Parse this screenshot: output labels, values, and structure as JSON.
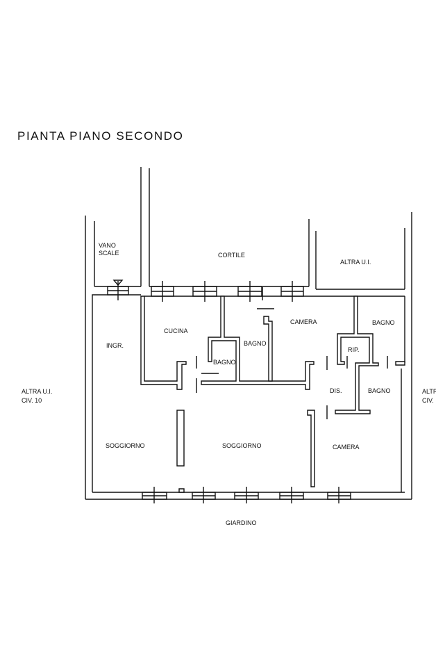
{
  "title": "PIANTA PIANO SECONDO",
  "labels": {
    "vano_scale_1": "VANO",
    "vano_scale_2": "SCALE",
    "cortile": "CORTILE",
    "altra_ui_top": "ALTRA U.I.",
    "cucina": "CUCINA",
    "ingr": "INGR.",
    "bagno_small": "BAGNO",
    "bagno_mid": "BAGNO",
    "camera_top": "CAMERA",
    "bagno_right_top": "BAGNO",
    "rip": "RIP.",
    "dis": "DIS.",
    "bagno_right_low": "BAGNO",
    "altra_ui_left_1": "ALTRA U.I.",
    "altra_ui_left_2": "CIV. 10",
    "altra_ui_right_1": "ALTR",
    "altra_ui_right_2": "CIV.",
    "soggiorno_left": "SOGGIORNO",
    "soggiorno_mid": "SOGGIORNO",
    "camera_low": "CAMERA",
    "giardino": "GIARDINO"
  }
}
